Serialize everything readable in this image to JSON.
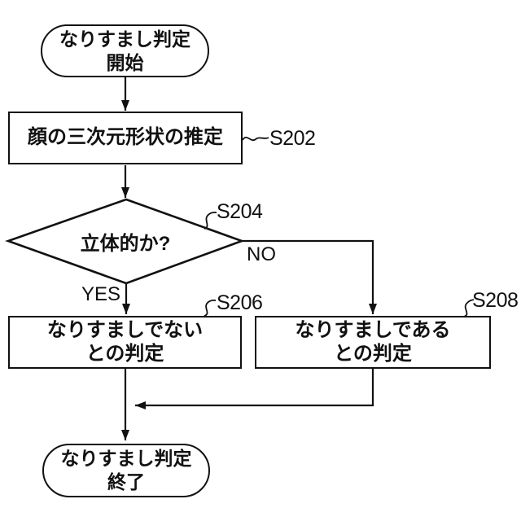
{
  "figure": {
    "background_color": "#ffffff",
    "line_color": "#111111"
  },
  "flowchart": {
    "nodes": {
      "start": {
        "type": "terminal",
        "text": "なりすまし判定\n開始"
      },
      "s202": {
        "type": "process",
        "text": "顔の三次元形状の推定",
        "ref": "S202"
      },
      "s204": {
        "type": "decision",
        "text": "立体的か?",
        "ref": "S204"
      },
      "s206": {
        "type": "process",
        "text": "なりすましでない\nとの判定",
        "ref": "S206"
      },
      "s208": {
        "type": "process",
        "text": "なりすましである\nとの判定",
        "ref": "S208"
      },
      "end": {
        "type": "terminal",
        "text": "なりすまし判定\n終了"
      }
    },
    "branch_labels": {
      "yes": "YES",
      "no": "NO"
    }
  }
}
